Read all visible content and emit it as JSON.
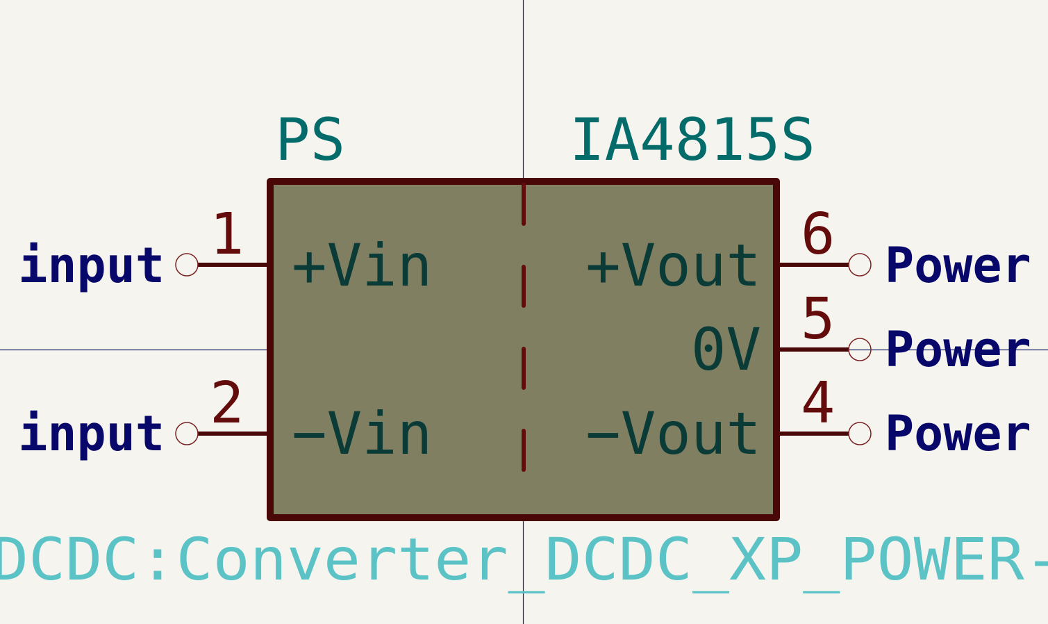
{
  "colors": {
    "background": "#f5f4ef",
    "body_fill": "#807f62",
    "body_outline": "#4a0707",
    "pin_number": "#640c0c",
    "pin_name": "#0a3b36",
    "reference": "#046b6b",
    "value": "#046b6b",
    "library_id": "#5bc2c6",
    "net_label": "#08076a",
    "crosshair": "#1e2a6b"
  },
  "symbol": {
    "reference": "PS",
    "value": "IA4815S",
    "library_id": "DCDC:Converter_DCDC_XP_POWER-"
  },
  "pins": [
    {
      "number": "1",
      "name": "+Vin"
    },
    {
      "number": "2",
      "name": "−Vin"
    },
    {
      "number": "6",
      "name": "+Vout"
    },
    {
      "number": "5",
      "name": "0V"
    },
    {
      "number": "4",
      "name": "−Vout"
    }
  ],
  "net_labels": {
    "left_1": "r input",
    "left_2": "r input",
    "right_6": "Power",
    "right_5": "Power",
    "right_4": "Power"
  }
}
